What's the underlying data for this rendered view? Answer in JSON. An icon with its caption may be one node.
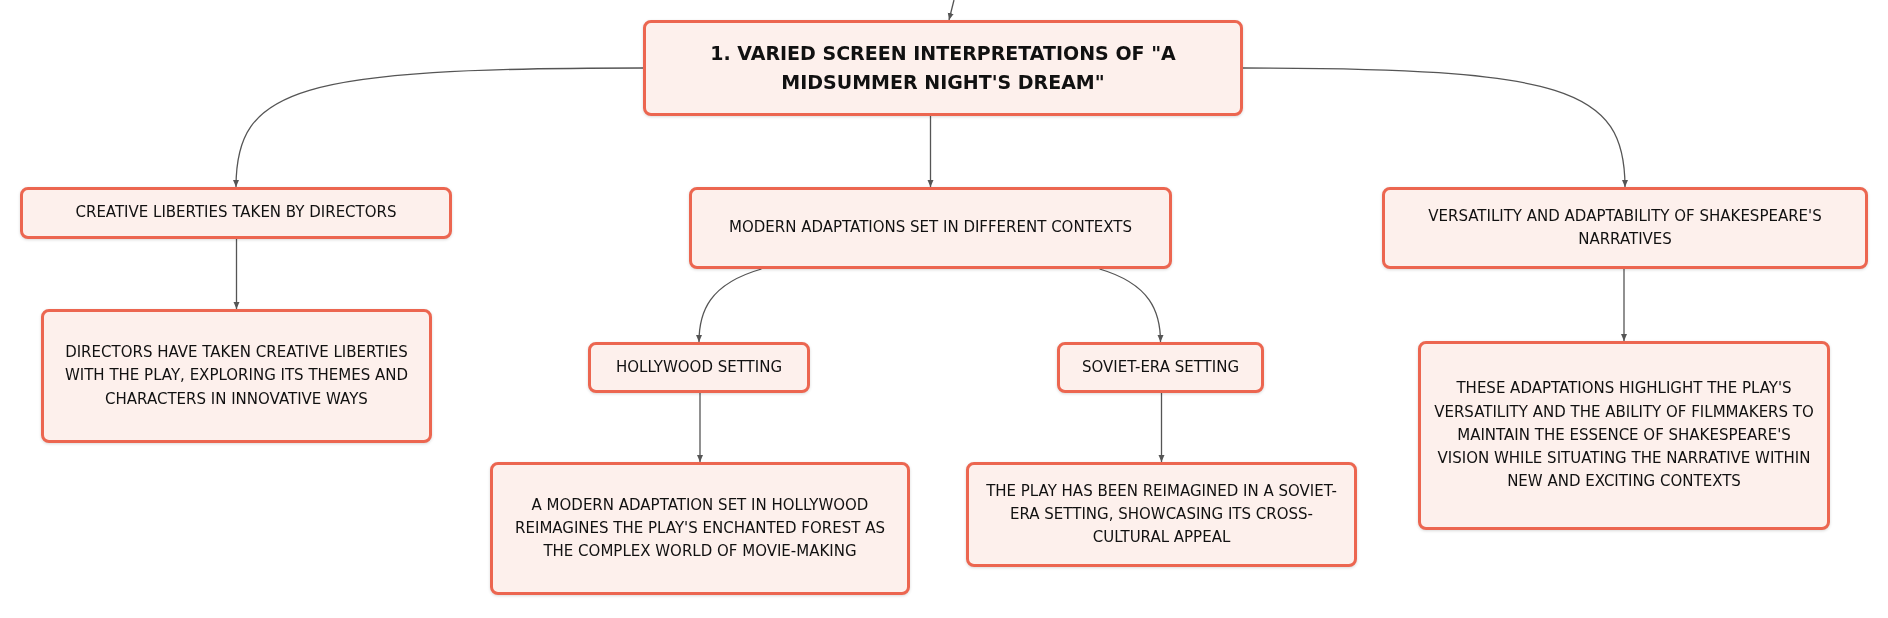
{
  "diagram": {
    "nodes": [
      {
        "text": [
          "1. VARIED SCREEN INTERPRETATIONS OF \"A MIDSUMMER NIGHT'S DREAM\""
        ]
      },
      {
        "text": [
          "CREATIVE LIBERTIES TAKEN BY DIRECTORS"
        ]
      },
      {
        "text": [
          "DIRECTORS HAVE TAKEN CREATIVE LIBERTIES WITH THE PLAY, EXPLORING ITS THEMES AND CHARACTERS IN INNOVATIVE WAYS"
        ]
      },
      {
        "text": [
          "MODERN ADAPTATIONS SET IN DIFFERENT CONTEXTS"
        ]
      },
      {
        "text": [
          "HOLLYWOOD SETTING"
        ]
      },
      {
        "text": [
          "A MODERN ADAPTATION SET IN HOLLYWOOD REIMAGINES THE PLAY'S ENCHANTED FOREST AS THE COMPLEX WORLD OF MOVIE-MAKING"
        ]
      },
      {
        "text": [
          "SOVIET-ERA SETTING"
        ]
      },
      {
        "text": [
          "THE PLAY HAS BEEN REIMAGINED IN A SOVIET-ERA SETTING, SHOWCASING ITS CROSS-CULTURAL APPEAL"
        ]
      },
      {
        "text": [
          "VERSATILITY AND ADAPTABILITY OF SHAKESPEARE'S NARRATIVES"
        ]
      },
      {
        "text": [
          "THESE ADAPTATIONS HIGHLIGHT THE PLAY'S VERSATILITY AND THE ABILITY OF FILMMAKERS TO MAINTAIN THE ESSENCE OF SHAKESPEARE'S VISION WHILE SITUATING THE NARRATIVE WITHIN NEW AND EXCITING CONTEXTS"
        ]
      }
    ],
    "edges": [
      {
        "from": null,
        "to": 0,
        "arrow": "to"
      },
      {
        "from": 0,
        "to": 1,
        "arrow": "to"
      },
      {
        "from": 1,
        "to": 2,
        "arrow": "to"
      },
      {
        "from": 0,
        "to": 3,
        "arrow": "to"
      },
      {
        "from": 3,
        "to": 4,
        "arrow": "to"
      },
      {
        "from": 4,
        "to": 5,
        "arrow": "to"
      },
      {
        "from": 3,
        "to": 6,
        "arrow": "to"
      },
      {
        "from": 6,
        "to": 7,
        "arrow": "to"
      },
      {
        "from": 0,
        "to": 8,
        "arrow": "to"
      },
      {
        "from": 8,
        "to": 9,
        "arrow": "to"
      }
    ]
  }
}
